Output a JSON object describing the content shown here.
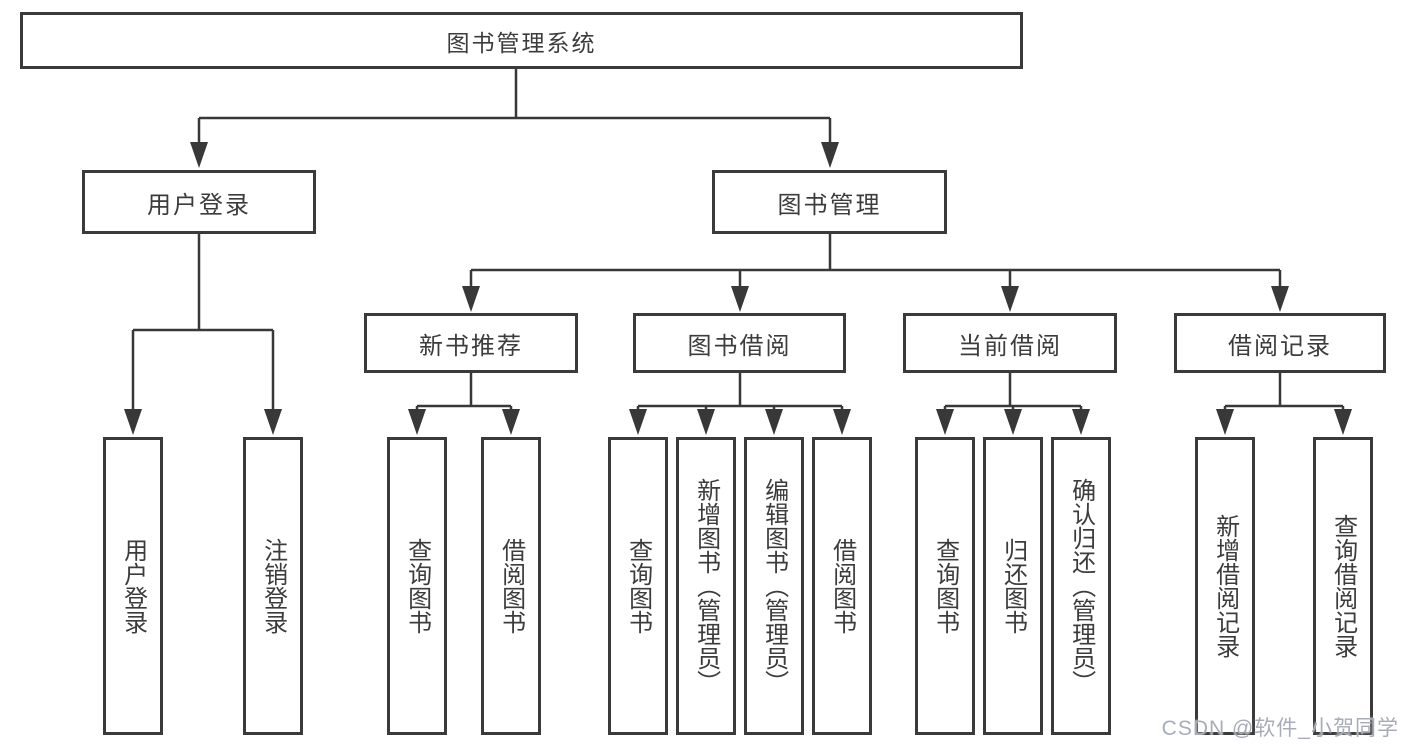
{
  "diagram": {
    "title_node": {
      "label": "图书管理系统"
    },
    "level2": [
      {
        "label": "用户登录"
      },
      {
        "label": "图书管理"
      }
    ],
    "level3": [
      {
        "label": "新书推荐"
      },
      {
        "label": "图书借阅"
      },
      {
        "label": "当前借阅"
      },
      {
        "label": "借阅记录"
      }
    ],
    "leaves": [
      {
        "label": "用户登录"
      },
      {
        "label": "注销登录"
      },
      {
        "label": "查询图书"
      },
      {
        "label": "借阅图书"
      },
      {
        "label": "查询图书"
      },
      {
        "label": "新增图书（管理员）"
      },
      {
        "label": "编辑图书（管理员）"
      },
      {
        "label": "借阅图书"
      },
      {
        "label": "查询图书"
      },
      {
        "label": "归还图书"
      },
      {
        "label": "确认归还（管理员）"
      },
      {
        "label": "新增借阅记录"
      },
      {
        "label": "查询借阅记录"
      }
    ],
    "watermark": "CSDN @软件_小贺同学",
    "colors": {
      "border": "#3a3a3a",
      "line": "#383838",
      "text": "#3c3c3c",
      "watermark": "#a7acb8",
      "background": "#ffffff"
    }
  }
}
